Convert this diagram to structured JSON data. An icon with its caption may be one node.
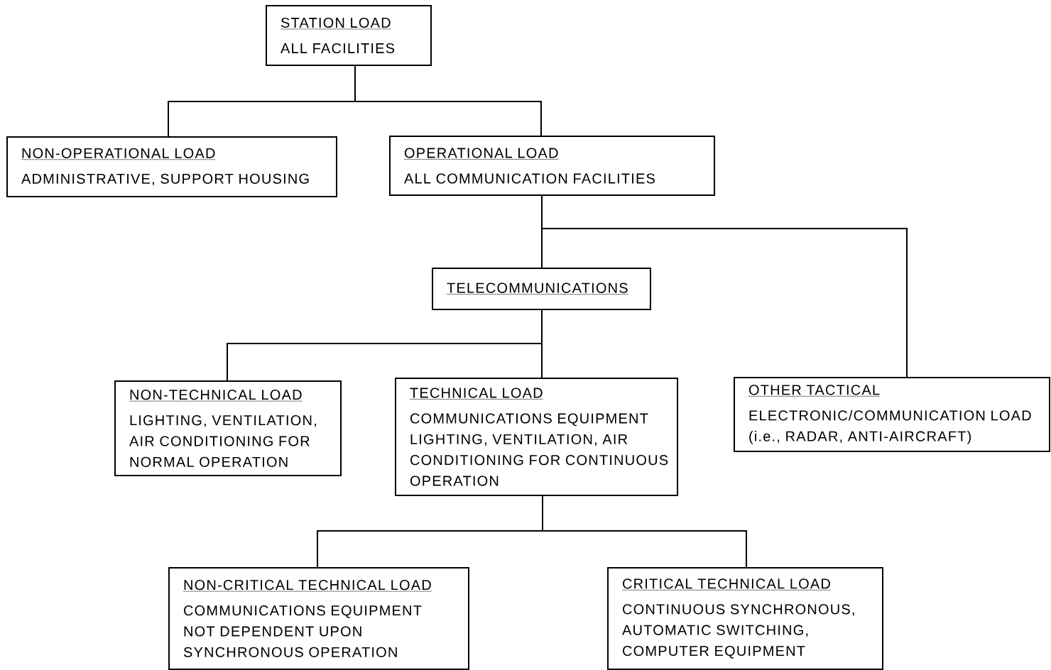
{
  "diagram": {
    "nodes": [
      {
        "text": [
          "STATION LOAD",
          "ALL FACILITIES"
        ]
      },
      {
        "text": [
          "NON-OPERATIONAL LOAD",
          "ADMINISTRATIVE, SUPPORT HOUSING"
        ]
      },
      {
        "text": [
          "OPERATIONAL LOAD",
          "ALL COMMUNICATION FACILITIES"
        ]
      },
      {
        "text": [
          "TELECOMMUNICATIONS"
        ]
      },
      {
        "text": [
          "NON-TECHNICAL LOAD",
          "LIGHTING, VENTILATION, AIR CONDITIONING FOR NORMAL OPERATION"
        ]
      },
      {
        "text": [
          "TECHNICAL LOAD",
          "COMMUNICATIONS EQUIPMENT",
          "LIGHTING, VENTILATION, AIR CONDITIONING FOR CONTINUOUS OPERATION"
        ]
      },
      {
        "text": [
          "OTHER TACTICAL",
          "ELECTRONIC/COMMUNICATION LOAD (i.e., RADAR, ANTI-AIRCRAFT)"
        ]
      },
      {
        "text": [
          "NON-CRITICAL TECHNICAL LOAD",
          "COMMUNICATIONS EQUIPMENT NOT DEPENDENT UPON SYNCHRONOUS OPERATION"
        ]
      },
      {
        "text": [
          "CRITICAL TECHNICAL LOAD",
          "CONTINUOUS SYNCHRONOUS, AUTOMATIC SWITCHING, COMPUTER EQUIPMENT"
        ]
      }
    ],
    "edges": [
      {
        "from": 0,
        "to": 1,
        "arrow": "none"
      },
      {
        "from": 0,
        "to": 2,
        "arrow": "none"
      },
      {
        "from": 2,
        "to": 3,
        "arrow": "none"
      },
      {
        "from": 2,
        "to": 6,
        "arrow": "none"
      },
      {
        "from": 3,
        "to": 4,
        "arrow": "none"
      },
      {
        "from": 3,
        "to": 5,
        "arrow": "none"
      },
      {
        "from": 5,
        "to": 7,
        "arrow": "none"
      },
      {
        "from": 5,
        "to": 8,
        "arrow": "none"
      }
    ]
  }
}
